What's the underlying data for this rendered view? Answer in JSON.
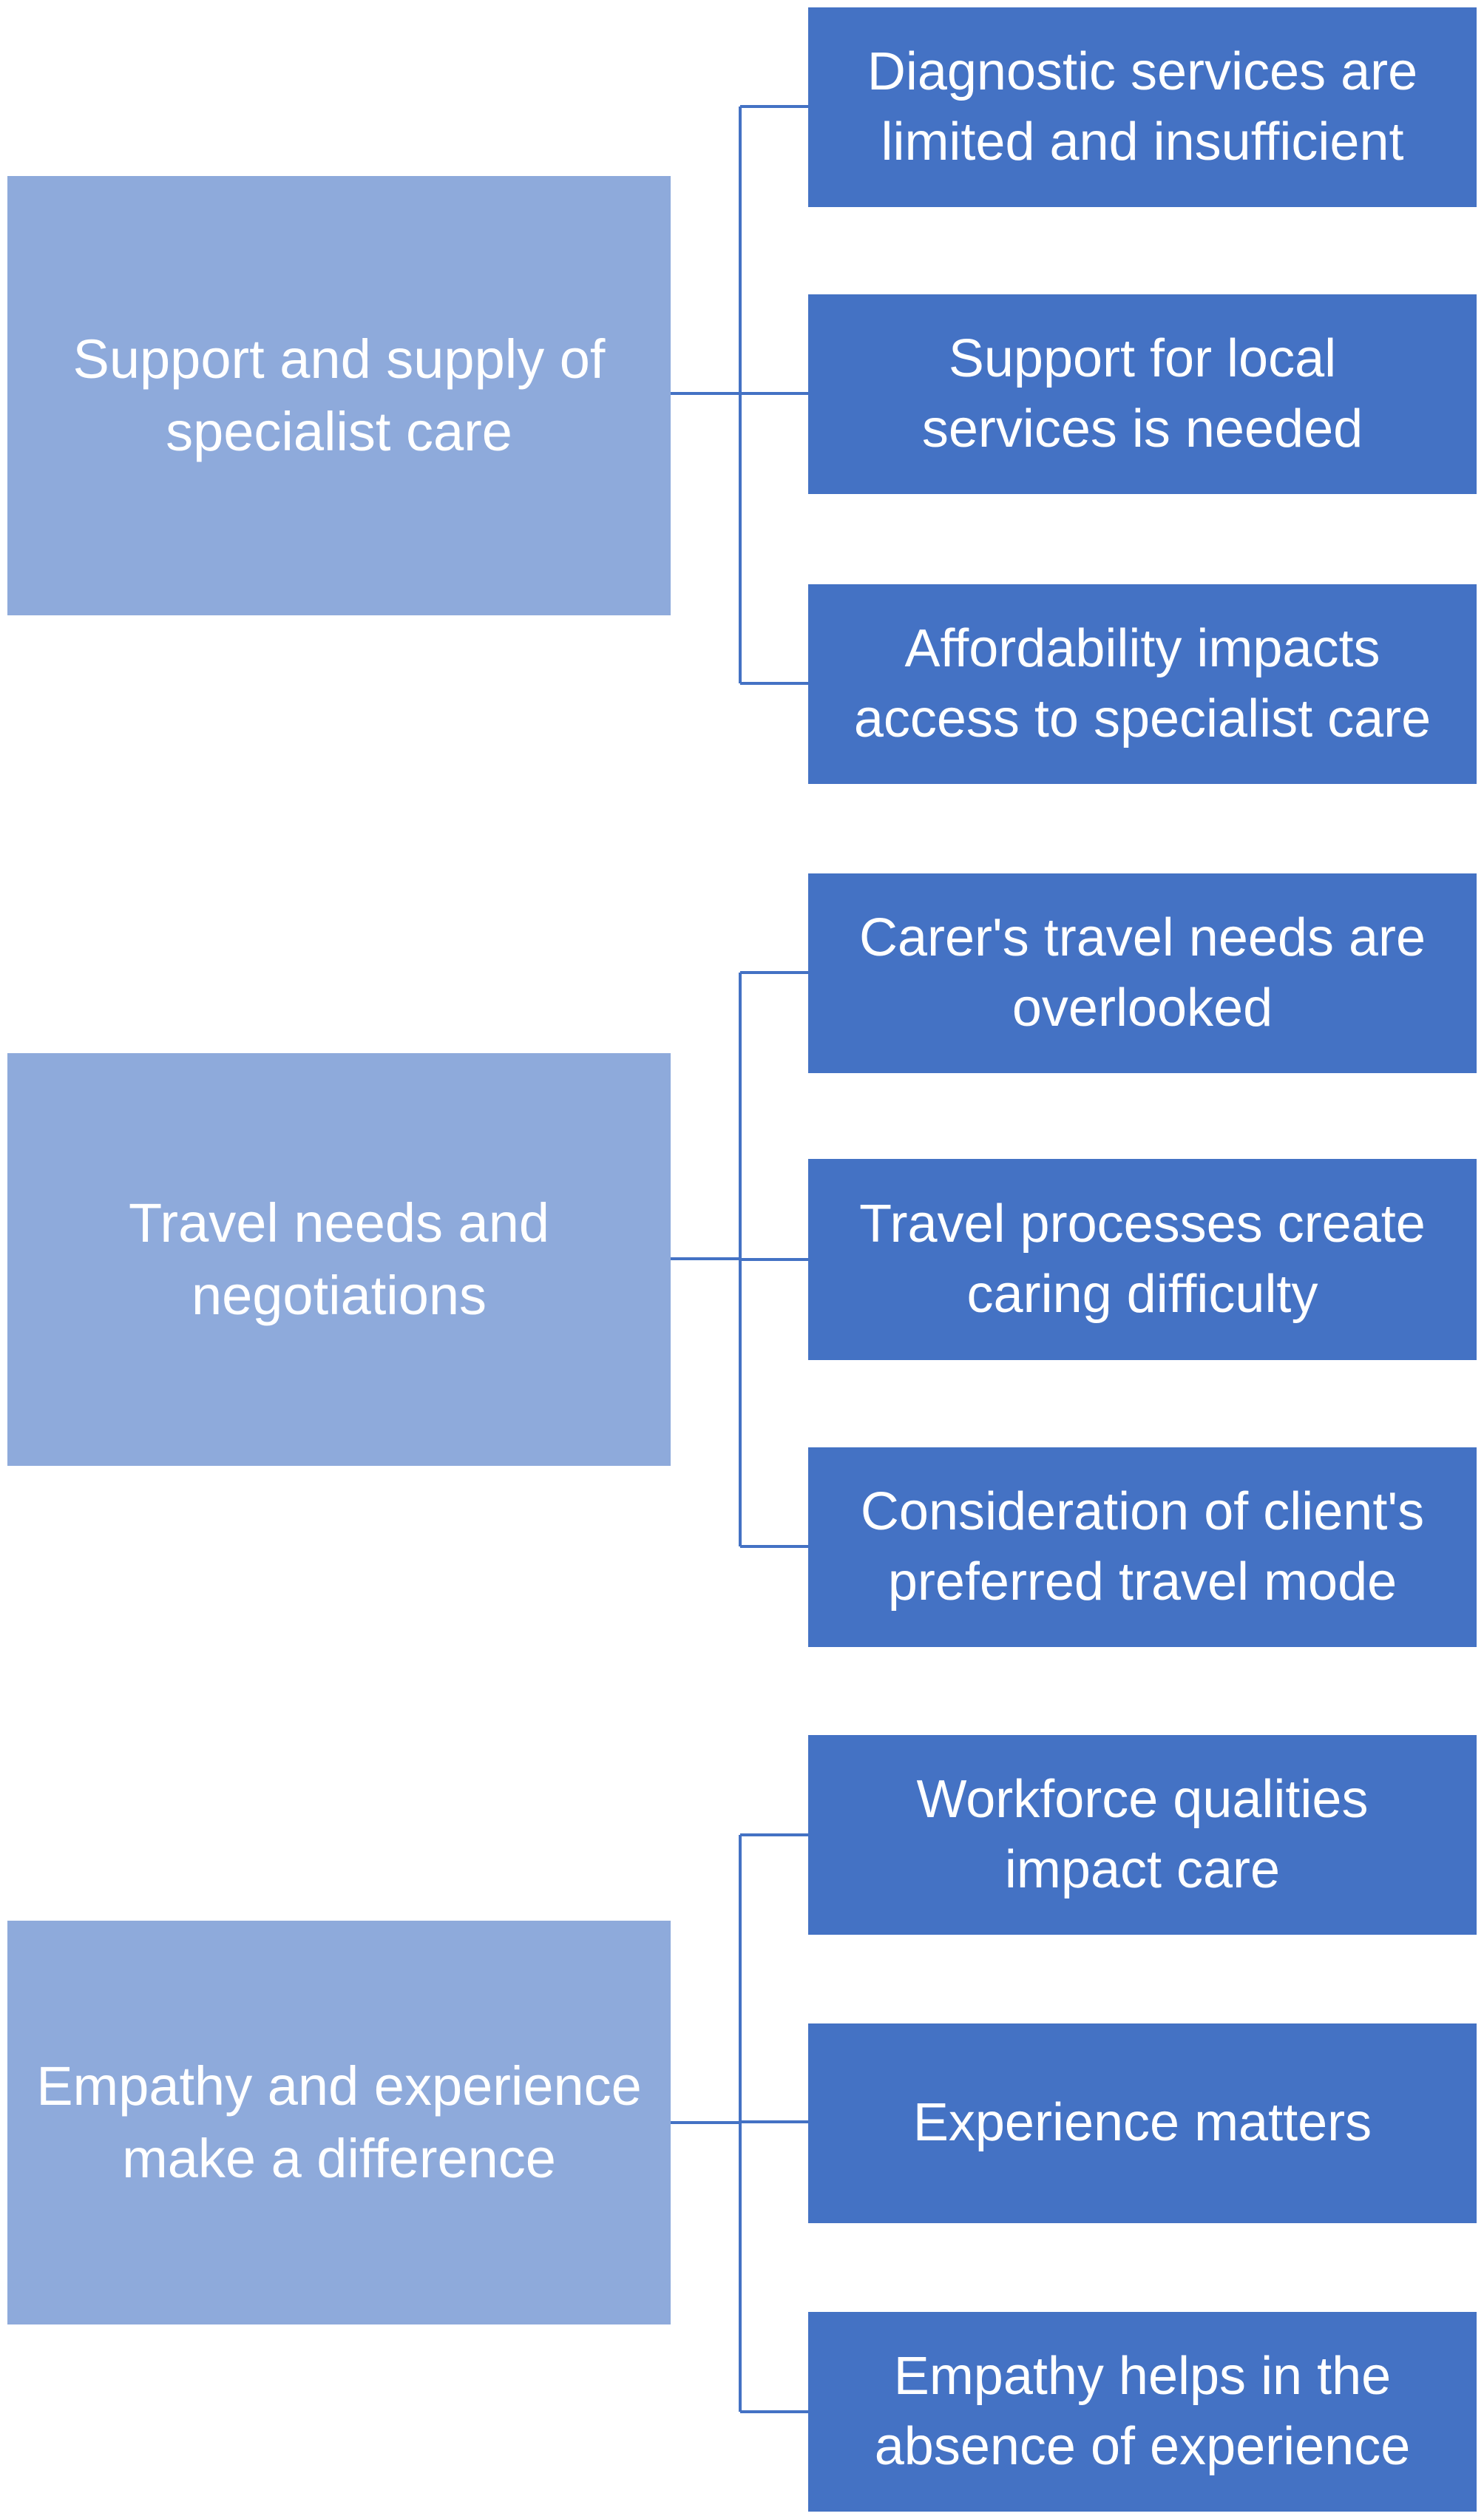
{
  "colors": {
    "theme_fill": "#8eaadb",
    "subtheme_fill": "#4472c4",
    "connector": "#4472c4",
    "text": "#ffffff"
  },
  "groups": [
    {
      "theme": "Support and supply of\nspecialist care",
      "subthemes": [
        "Diagnostic services are\nlimited and insufficient",
        "Support for local\nservices is needed",
        "Affordability impacts\naccess to specialist care"
      ]
    },
    {
      "theme": "Travel needs and\nnegotiations",
      "subthemes": [
        "Carer's travel needs are\noverlooked",
        "Travel processes create\ncaring difficulty",
        "Consideration of client's\npreferred travel mode"
      ]
    },
    {
      "theme": "Empathy and experience\nmake a difference",
      "subthemes": [
        "Workforce qualities\nimpact care",
        "Experience matters",
        "Empathy helps in the\nabsence of experience"
      ]
    }
  ]
}
